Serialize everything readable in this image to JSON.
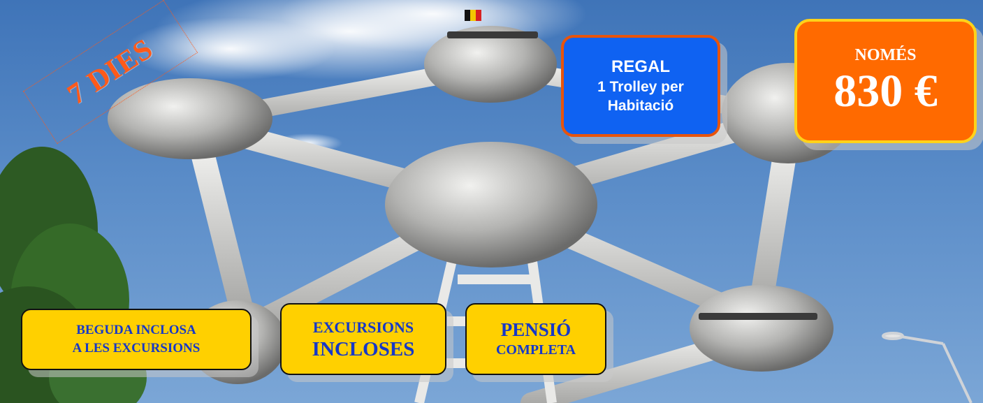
{
  "ad": {
    "duration": "7 DIES",
    "gift": {
      "title": "REGAL",
      "line1": "1 Trolley per",
      "line2": "Habitació"
    },
    "price": {
      "label": "NOMÉS",
      "amount": "830 €"
    },
    "features": {
      "drinks": {
        "line1": "BEGUDA INCLOSA",
        "line2": "A LES EXCURSIONS"
      },
      "excursions": {
        "line1": "EXCURSIONS",
        "line2": "INCLOSES"
      },
      "board": {
        "line1": "PENSIÓ",
        "line2": "COMPLETA"
      }
    }
  },
  "colors": {
    "sky": "#4f82c0",
    "gift_bg": "#0f62f2",
    "gift_border": "#e8540c",
    "price_bg": "#ff6a00",
    "price_border": "#ffd21a",
    "feature_bg": "#ffd000",
    "feature_text": "#1638c8",
    "duration_text": "#ff5a1a"
  }
}
